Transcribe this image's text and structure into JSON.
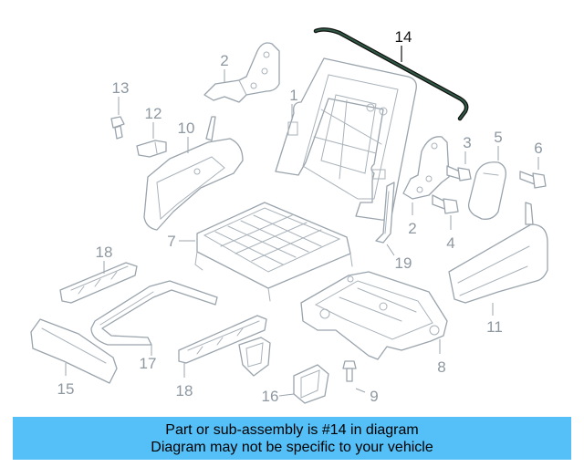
{
  "diagram": {
    "labels": {
      "p1": "1",
      "p2a": "2",
      "p2b": "2",
      "p3": "3",
      "p4": "4",
      "p5": "5",
      "p6": "6",
      "p7": "7",
      "p8": "8",
      "p9": "9",
      "p10": "10",
      "p11": "11",
      "p12": "12",
      "p13": "13",
      "p14": "14",
      "p15": "15",
      "p16": "16",
      "p17": "17",
      "p18a": "18",
      "p18b": "18",
      "p19": "19"
    },
    "colors": {
      "part_outline": "#9aa4ad",
      "highlight_part": "#111111",
      "highlight_fill": "#1e3d2f"
    }
  },
  "banner": {
    "line1": "Part or sub-assembly is #14 in diagram",
    "line2": "Diagram may not be specific to your vehicle",
    "background": "#55bff7"
  }
}
